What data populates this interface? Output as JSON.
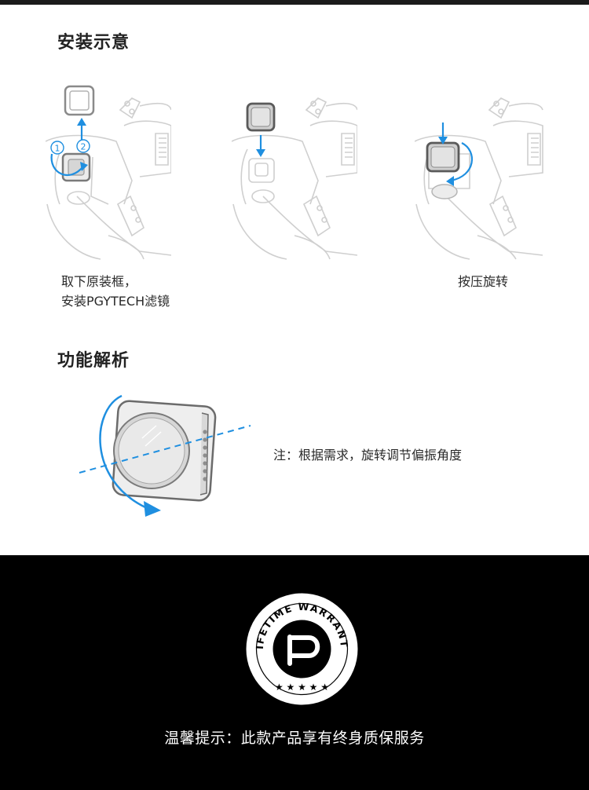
{
  "install_section": {
    "title": "安装示意",
    "steps": [
      {
        "caption_line1": "取下原装框，",
        "caption_line2": "安装PGYTECH滤镜",
        "markers": [
          "1",
          "2"
        ]
      },
      {
        "caption_line1": "",
        "caption_line2": ""
      },
      {
        "caption_line1": "按压旋转",
        "caption_line2": ""
      }
    ]
  },
  "function_section": {
    "title": "功能解析",
    "note": "注：根据需求，旋转调节偏振角度"
  },
  "footer": {
    "badge_text": "LIFETIME WARRANTY",
    "badge_stars": "★ ★ ★ ★ ★",
    "text": "温馨提示：此款产品享有终身质保服务"
  },
  "colors": {
    "accent_blue": "#1f8fe0",
    "line_gray": "#c9c9c9",
    "footer_bg": "#000000"
  }
}
